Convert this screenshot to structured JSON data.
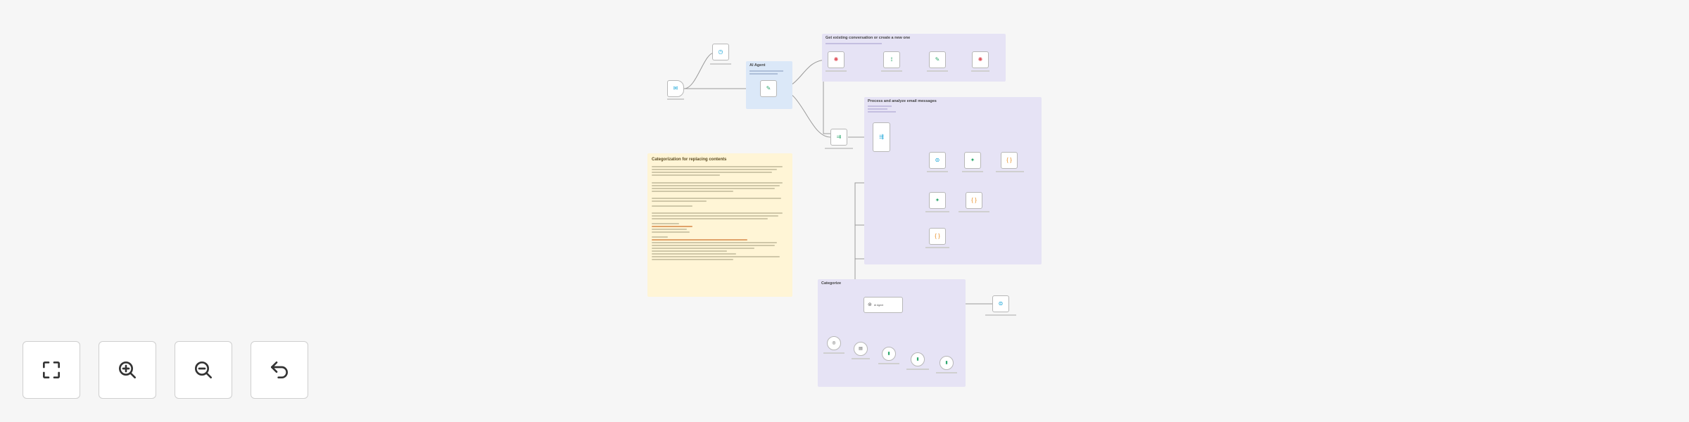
{
  "canvas": {
    "groups": {
      "crm": {
        "title": "Get existing conversation or create a new one"
      },
      "process": {
        "title": "Process and analyze email messages"
      },
      "ai_agent": {
        "title": "AI Agent"
      },
      "categorize": {
        "title": "Categorize"
      }
    },
    "sticky_note": {
      "title": "Categorization for replacing contents"
    }
  },
  "nodes": {
    "trigger_icon": "envelope-icon",
    "ai_agent_label": "AI Agent"
  },
  "controls": {
    "fit": "fit-view-icon",
    "zoom_in": "zoom-in-icon",
    "zoom_out": "zoom-out-icon",
    "reset": "undo-icon"
  },
  "colors": {
    "canvas_bg": "#f6f6f6",
    "group_blue": "#dbe8f8",
    "group_purple": "#e6e3f5",
    "sticky_yellow": "#fff5d6",
    "node_border": "#b7b7b7",
    "icon_blue": "#1aa5d8",
    "icon_red": "#e0505a",
    "icon_green": "#2fa86f",
    "icon_orange": "#e8902a"
  }
}
